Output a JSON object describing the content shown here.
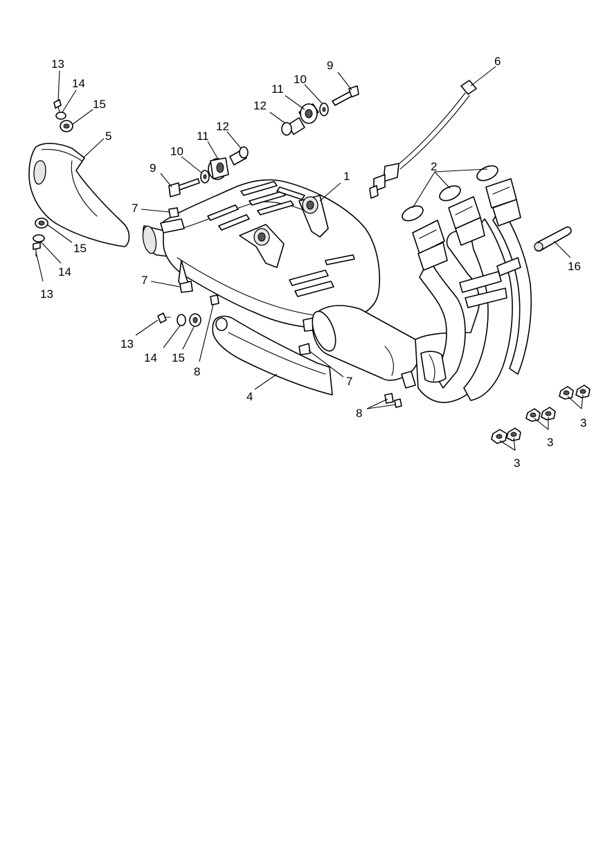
{
  "callouts": [
    {
      "id": "c1",
      "text": "1"
    },
    {
      "id": "c2",
      "text": "2"
    },
    {
      "id": "c3a",
      "text": "3"
    },
    {
      "id": "c3b",
      "text": "3"
    },
    {
      "id": "c3c",
      "text": "3"
    },
    {
      "id": "c4",
      "text": "4"
    },
    {
      "id": "c5",
      "text": "5"
    },
    {
      "id": "c6",
      "text": "6"
    },
    {
      "id": "c7a",
      "text": "7"
    },
    {
      "id": "c7b",
      "text": "7"
    },
    {
      "id": "c7c",
      "text": "7"
    },
    {
      "id": "c8a",
      "text": "8"
    },
    {
      "id": "c8b",
      "text": "8"
    },
    {
      "id": "c9a",
      "text": "9"
    },
    {
      "id": "c9b",
      "text": "9"
    },
    {
      "id": "c10a",
      "text": "10"
    },
    {
      "id": "c10b",
      "text": "10"
    },
    {
      "id": "c11a",
      "text": "11"
    },
    {
      "id": "c11b",
      "text": "11"
    },
    {
      "id": "c12a",
      "text": "12"
    },
    {
      "id": "c12b",
      "text": "12"
    },
    {
      "id": "c13a",
      "text": "13"
    },
    {
      "id": "c13b",
      "text": "13"
    },
    {
      "id": "c13c",
      "text": "13"
    },
    {
      "id": "c14a",
      "text": "14"
    },
    {
      "id": "c14b",
      "text": "14"
    },
    {
      "id": "c14c",
      "text": "14"
    },
    {
      "id": "c15a",
      "text": "15"
    },
    {
      "id": "c15b",
      "text": "15"
    },
    {
      "id": "c15c",
      "text": "15"
    },
    {
      "id": "c16",
      "text": "16"
    }
  ]
}
